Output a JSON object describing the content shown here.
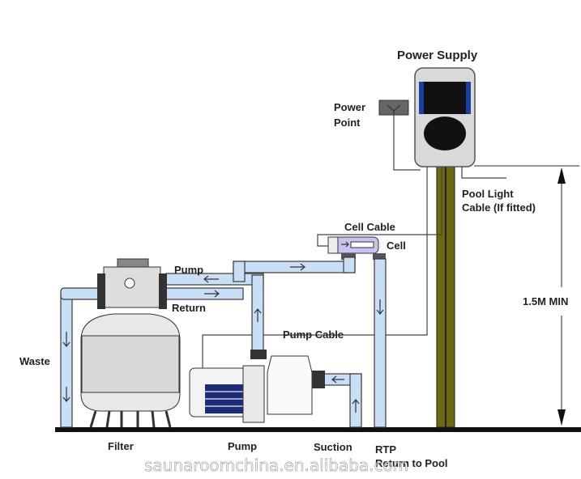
{
  "diagram": {
    "title": "Power Supply",
    "labels": {
      "power_point_line1": "Power",
      "power_point_line2": "Point",
      "pool_light_line1": "Pool Light",
      "pool_light_line2": "Cable (If fitted)",
      "cell_cable": "Cell Cable",
      "cell": "Cell",
      "pump_top": "Pump",
      "return": "Return",
      "waste": "Waste",
      "pump_cable": "Pump Cable",
      "height": "1.5M MIN",
      "filter": "Filter",
      "pump_bottom": "Pump",
      "suction": "Suction",
      "rtp": "RTP",
      "return_to_pool": "Return to Pool"
    },
    "watermark": "saunaroomchina.en.alibaba.com",
    "colors": {
      "pipe": "#c8dff5",
      "cell": "#c9c3f2",
      "post": "#6b6a12",
      "housing": "#d9d9d9",
      "screen_accent": "#1a3fa0",
      "motor_band": "#1c2c78"
    }
  }
}
